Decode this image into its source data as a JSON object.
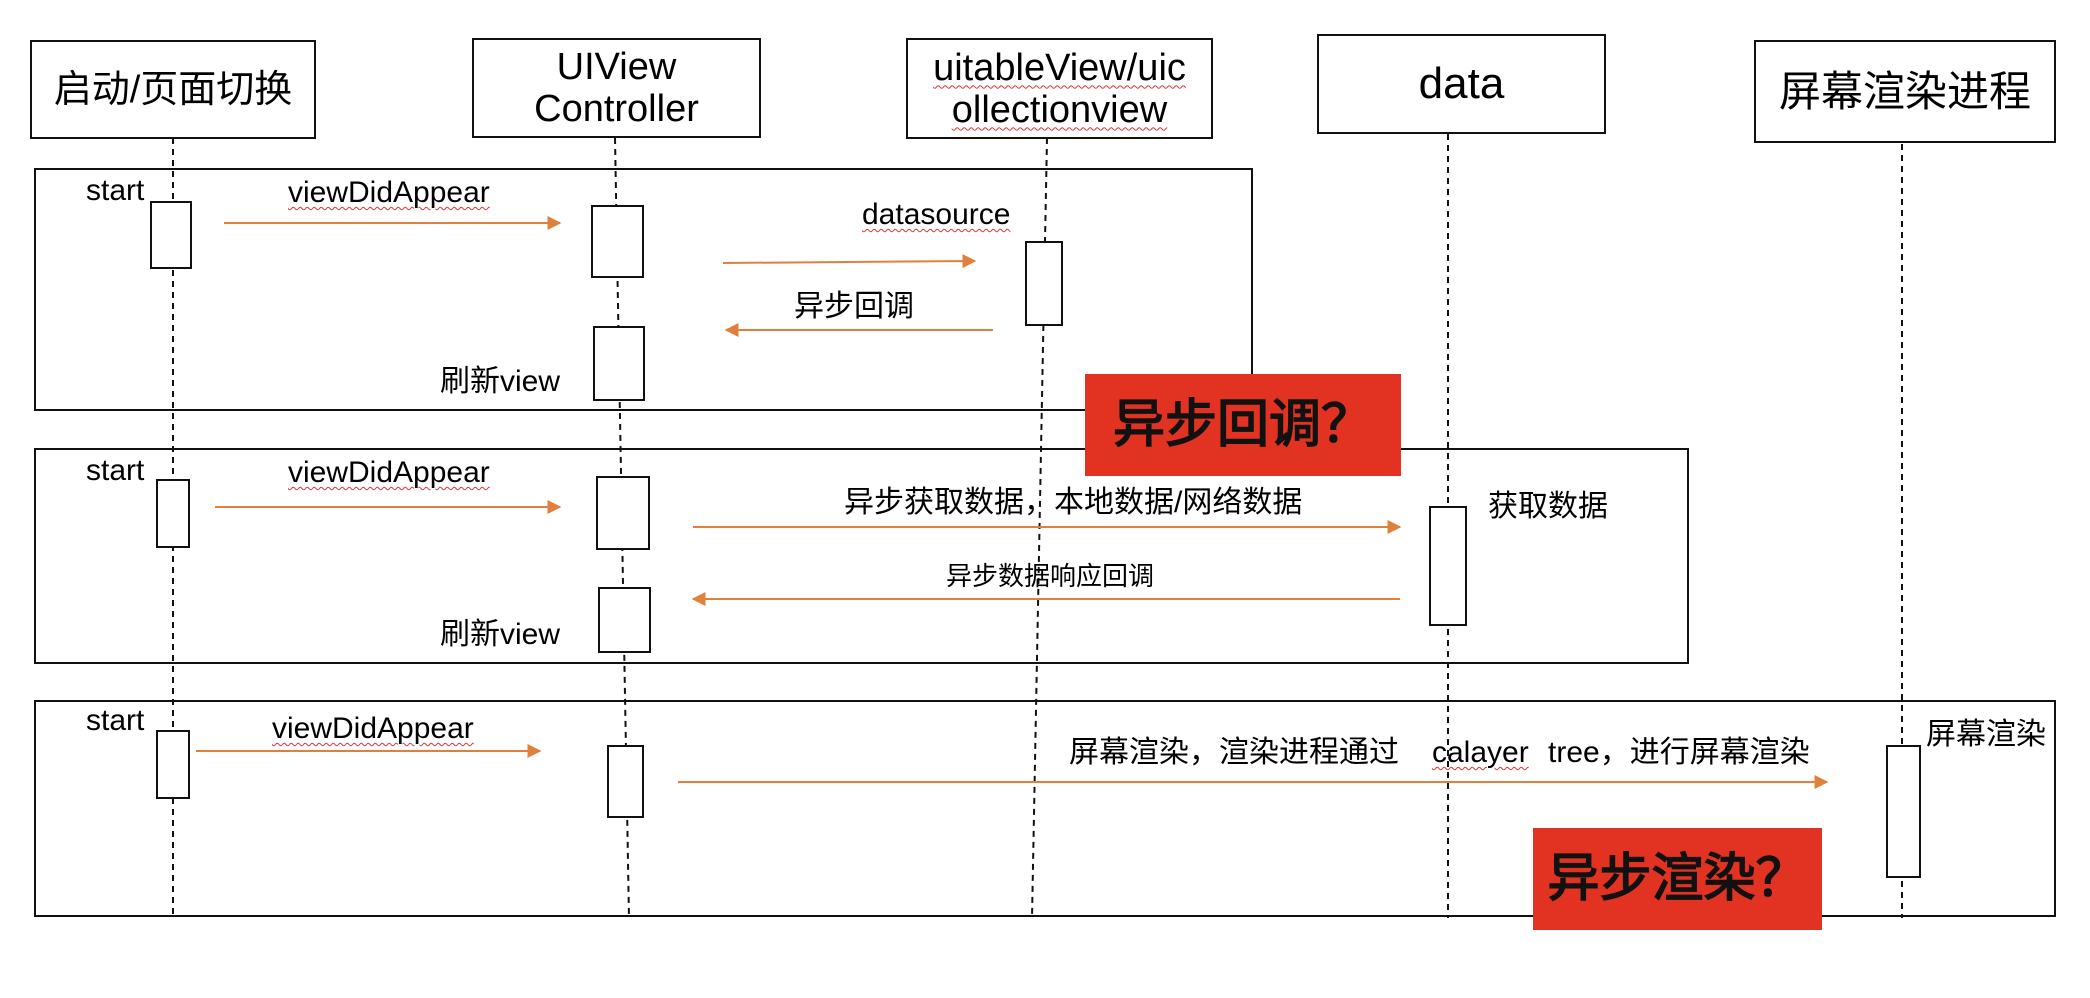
{
  "headers": [
    {
      "id": "launch",
      "text": "启动/页面切换"
    },
    {
      "id": "vc",
      "line1": "UIView",
      "line2": "Controller"
    },
    {
      "id": "table",
      "line1": "uitableView/uic",
      "line2": "ollectionview"
    },
    {
      "id": "data",
      "text": "data"
    },
    {
      "id": "render",
      "text": "屏幕渲染进程"
    }
  ],
  "sections": [
    {
      "start": "start",
      "msg_appear": "viewDidAppear",
      "msg_datasource": "datasource",
      "msg_callback": "异步回调",
      "refresh": "刷新view"
    },
    {
      "start": "start",
      "msg_appear": "viewDidAppear",
      "msg_fetch": "异步获取数据，本地数据/网络数据",
      "fetch_label": "获取数据",
      "msg_response": "异步数据响应回调",
      "refresh": "刷新view"
    },
    {
      "start": "start",
      "msg_appear": "viewDidAppear",
      "msg_render_a": "屏幕渲染，渲染进程通过",
      "msg_render_b": "calayer",
      "msg_render_c": "tree，进行屏幕渲染",
      "render_label": "屏幕渲染"
    }
  ],
  "callouts": {
    "async_callback": "异步回调？",
    "async_render": "异步渲染？"
  },
  "colors": {
    "arrow": "#e0803d",
    "callout_bg": "#e23322",
    "border": "#111111"
  }
}
